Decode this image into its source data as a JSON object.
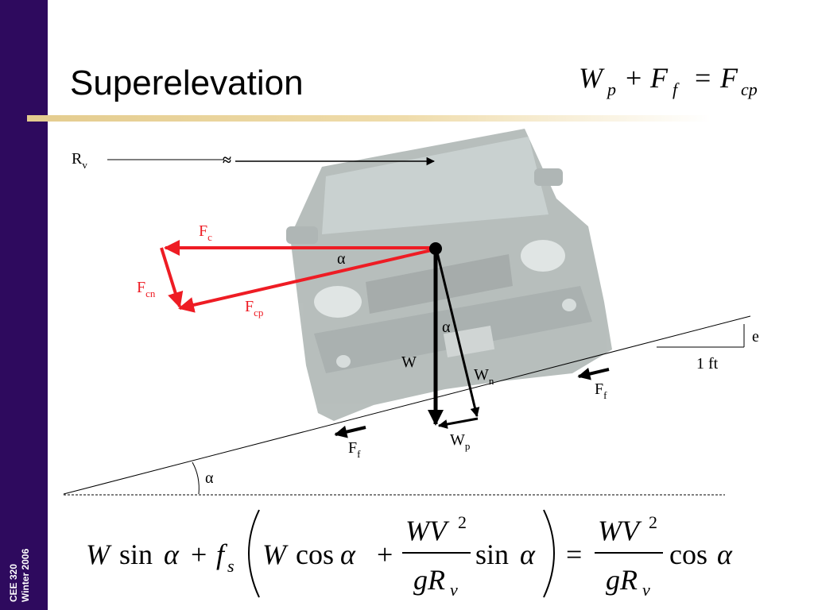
{
  "slide": {
    "title": "Superelevation",
    "footer_course": "CEE 320",
    "footer_term": "Winter 2006"
  },
  "equations": {
    "top": {
      "w": "W",
      "p": "p",
      "plus": "+",
      "f": "F",
      "fsub": "f",
      "equals": "=",
      "fc": "F",
      "fcsub": "cp"
    },
    "bottom": {
      "W1": "W",
      "sin1": "sin",
      "alpha": "α",
      "plus1": "+",
      "f": "f",
      "fsub": "s",
      "W2": "W",
      "cos1": "cos",
      "plus2": "+",
      "num": "WV",
      "sq": "2",
      "den": "gR",
      "densub": "v",
      "sin2": "sin",
      "equals": "=",
      "cos2": "cos"
    }
  },
  "labels": {
    "Rv": "R",
    "Rv_sub": "v",
    "Fc": "F",
    "Fc_sub": "c",
    "Fcn": "F",
    "Fcn_sub": "cn",
    "Fcp": "F",
    "Fcp_sub": "cp",
    "alpha": "α",
    "W": "W",
    "Wn": "W",
    "Wn_sub": "n",
    "Wp": "W",
    "Wp_sub": "p",
    "Ff": "F",
    "Ff_sub": "f",
    "e": "e",
    "one_ft": "1 ft"
  },
  "colors": {
    "sidebar": "#2e0a5e",
    "force_red": "#ee1c24",
    "black": "#000000"
  }
}
